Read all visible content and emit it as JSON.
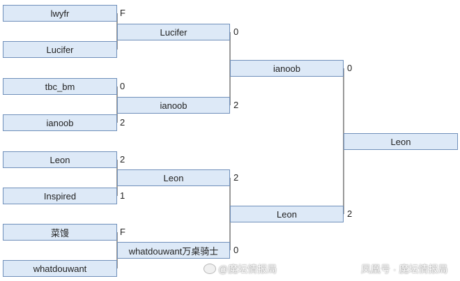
{
  "bracket": {
    "round1": [
      {
        "name": "lwyfr",
        "score": "F"
      },
      {
        "name": "Lucifer",
        "score": ""
      },
      {
        "name": "tbc_bm",
        "score": "0"
      },
      {
        "name": "ianoob",
        "score": "2"
      },
      {
        "name": "Leon",
        "score": "2"
      },
      {
        "name": "Inspired",
        "score": "1"
      },
      {
        "name": "菜馒",
        "score": "F"
      },
      {
        "name": "whatdouwant",
        "score": ""
      }
    ],
    "round2": [
      {
        "name": "Lucifer",
        "score": "0"
      },
      {
        "name": "ianoob",
        "score": "2"
      },
      {
        "name": "Leon",
        "score": "2"
      },
      {
        "name": "whatdouwant万桌骑士",
        "score": "0"
      }
    ],
    "round3": [
      {
        "name": "ianoob",
        "score": "0"
      },
      {
        "name": "Leon",
        "score": "2"
      }
    ],
    "final": {
      "name": "Leon"
    }
  },
  "watermarks": {
    "center": "@魔坛情报局",
    "right": "凤凰号 · 魔坛情报局"
  },
  "colors": {
    "box_fill": "#dde9f7",
    "box_border": "#6f8fba",
    "line": "#333333"
  }
}
